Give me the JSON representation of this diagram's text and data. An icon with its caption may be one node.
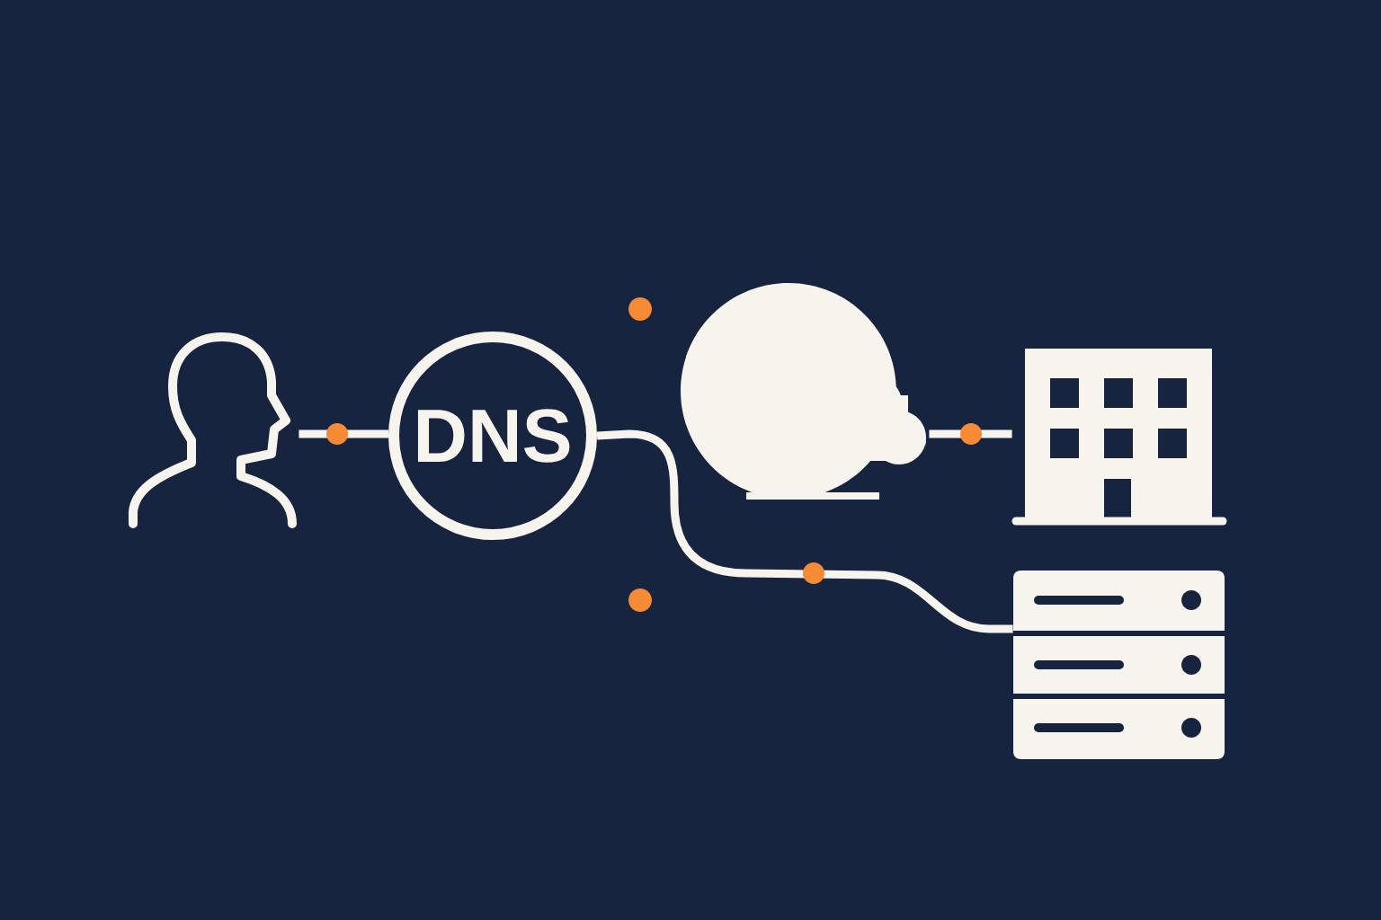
{
  "diagram": {
    "nodes": [
      {
        "text": [],
        "shape": "person"
      },
      {
        "text": [
          "DNS"
        ]
      },
      {
        "text": [],
        "shape": "cloud"
      },
      {
        "text": [],
        "shape": "picture"
      },
      {
        "text": [],
        "shape": "picture"
      }
    ],
    "edges": [
      {
        "from": 0,
        "to": 1,
        "arrow": "none"
      },
      {
        "from": 1,
        "to": 4,
        "arrow": "none"
      },
      {
        "from": 2,
        "to": 3,
        "arrow": "none"
      }
    ]
  }
}
